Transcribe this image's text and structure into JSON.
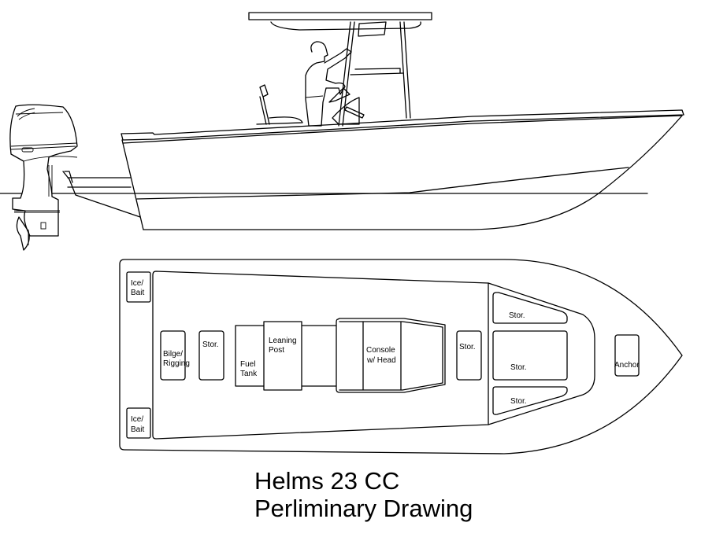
{
  "drawing": {
    "title_line1": "Helms 23 CC",
    "title_line2": "Perliminary Drawing",
    "line_color": "#000000",
    "background": "#ffffff"
  },
  "side_profile": {
    "components": [
      "outboard-motor",
      "hull",
      "t-top",
      "helmsman-figure",
      "leaning-post-seat",
      "steering-wheel",
      "waterline"
    ]
  },
  "plan_view": {
    "compartments": {
      "ice_bait_top": {
        "line1": "Ice/",
        "line2": "Bait"
      },
      "ice_bait_bottom": {
        "line1": "Ice/",
        "line2": "Bait"
      },
      "bilge_rigging": {
        "line1": "Bilge/",
        "line2": "Rigging"
      },
      "stor_aft": {
        "line1": "Stor."
      },
      "fuel_tank": {
        "line1": "Fuel",
        "line2": "Tank"
      },
      "leaning_post": {
        "line1": "Leaning",
        "line2": "Post"
      },
      "console": {
        "line1": "Console",
        "line2": "w/ Head"
      },
      "stor_forward_console": {
        "line1": "Stor."
      },
      "stor_bow_top": {
        "line1": "Stor."
      },
      "stor_bow_middle": {
        "line1": "Stor."
      },
      "stor_bow_bottom": {
        "line1": "Stor."
      },
      "anchor": {
        "line1": "Anchor"
      }
    }
  }
}
